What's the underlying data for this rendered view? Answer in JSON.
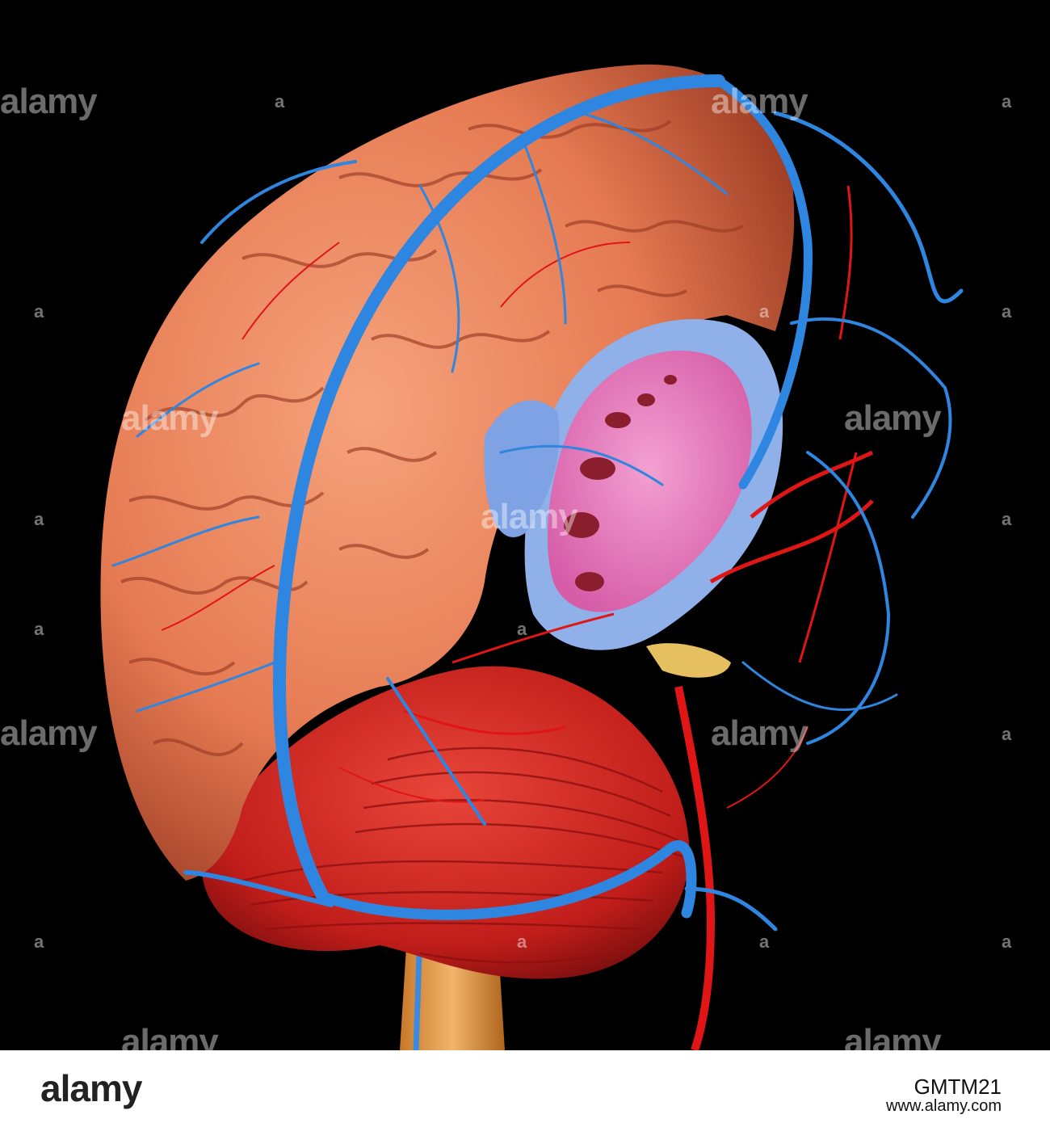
{
  "watermark": {
    "text": "alamy",
    "small": "a"
  },
  "footer": {
    "logo": "alamy",
    "image_id": "GMTM21",
    "url": "www.alamy.com"
  },
  "colors": {
    "background": "#000000",
    "brain": "#e8835a",
    "veins": "#2f86e0",
    "arteries": "#e01818",
    "ventricle": "#e46fb6",
    "choroid": "#8fb0e8",
    "cerebellum": "#c8201c",
    "brainstem": "#e0a050"
  }
}
